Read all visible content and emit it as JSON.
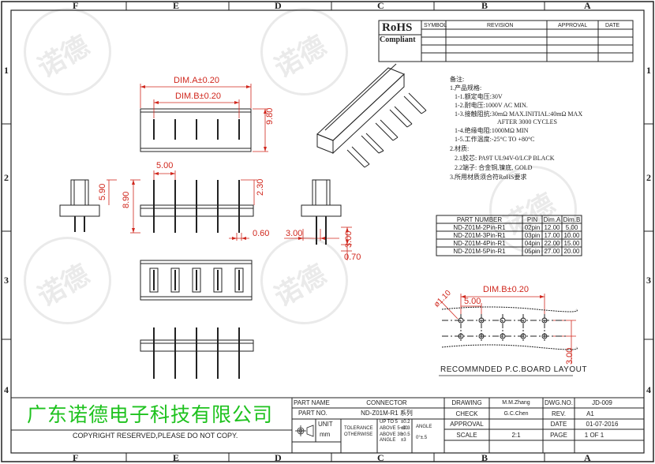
{
  "border": {
    "columns": [
      "F",
      "E",
      "D",
      "C",
      "B",
      "A"
    ],
    "rows": [
      "1",
      "2",
      "3",
      "4"
    ]
  },
  "rohs": {
    "title": "RoHS",
    "subtitle": "Compliant"
  },
  "revision_table": {
    "symbol": "SYMBOL",
    "revision": "REVISION",
    "approval": "APPROVAL",
    "date": "DATE"
  },
  "notes": [
    "备注:",
    "1.产品规格:",
    "1-1.额定电压:30V",
    "1-2.耐电压:1000V AC MIN.",
    "1-3.接触阻抗:30mΩ MAX.INITIAL:40mΩ MAX",
    "AFTER 3000 CYCLES",
    "1-4.绝缘电阻:1000MΩ MIN",
    "1-5.工作温度:-25°C TO +80°C",
    "2.材质:",
    "2.1胶芯: PA9T UL94V-0/LCP BLACK",
    "2.2端子: 合金铜,镍底, GOLD",
    "3.所用材质须合符RoHS要求"
  ],
  "part_table": {
    "headers": [
      "PART NUMBER",
      "PIN",
      "Dim.A",
      "Dim.B"
    ],
    "rows": [
      [
        "ND-Z01M-2Pin-R1",
        "02pin",
        "12.00",
        "5.00"
      ],
      [
        "ND-Z01M-3Pin-R1",
        "03pin",
        "17.00",
        "10.00"
      ],
      [
        "ND-Z01M-4Pin-R1",
        "04pin",
        "22.00",
        "15.00"
      ],
      [
        "ND-Z01M-5Pin-R1",
        "05pin",
        "27.00",
        "20.00"
      ]
    ]
  },
  "dimensions": {
    "dim_a": "DIM.A±0.20",
    "dim_b": "DIM.B±0.20",
    "height_980": "9.80",
    "pitch_500": "5.00",
    "height_230": "2.30",
    "height_890": "8.90",
    "height_590": "5.90",
    "pin_060": "0.60",
    "side_300_h": "3.00",
    "side_300_v": "3.00",
    "pin_070": "0.70",
    "pcb_dim_b": "DIM.B±0.20",
    "hole_dia": "ø1.10",
    "pcb_pitch": "5.00",
    "pcb_row": "3.00"
  },
  "pcb_layout_title": "RECOMMNDED P.C.BOARD LAYOUT",
  "company": "广东诺德电子科技有限公司",
  "copyright": "COPYRIGHT RESERVED,PLEASE DO NOT COPY.",
  "watermark": "诺德",
  "title_block": {
    "part_name_label": "PART NAME",
    "part_name_value": "CONNECTOR",
    "part_no_label": "PART NO.",
    "part_no_value": "ND-Z01M-R1 系列",
    "unit_label": "UNIT",
    "unit_value": "mm",
    "tolerance_label": "TOLERANCE",
    "otherwise_label": "OTHERWISE",
    "tol_rows": [
      [
        "UP TO 5",
        "±0.2"
      ],
      [
        "ABOVE 5~30",
        "±0.3"
      ],
      [
        "ABOVE 30",
        "±0.5"
      ],
      [
        "ANGLE",
        "±3"
      ]
    ],
    "angle_label": "ANGLE",
    "angle_value": "0°±.5",
    "drawing_label": "DRAWING",
    "drawing_value": "M.M.Zhang",
    "check_label": "CHECK",
    "check_value": "G.C.Chen",
    "approval_label": "APPROVAL",
    "approval_value": "",
    "scale_label": "SCALE",
    "scale_value": "2:1",
    "dwg_no_label": "DWG.NO.",
    "dwg_no_value": "JD-009",
    "rev_label": "REV.",
    "rev_value": "A1",
    "date_label": "DATE",
    "date_value": "01-07-2016",
    "page_label": "PAGE",
    "page_value": "1 OF 1"
  },
  "colors": {
    "dimension_red": "#d0271d",
    "company_green": "#1ec21e",
    "line": "#222222"
  }
}
